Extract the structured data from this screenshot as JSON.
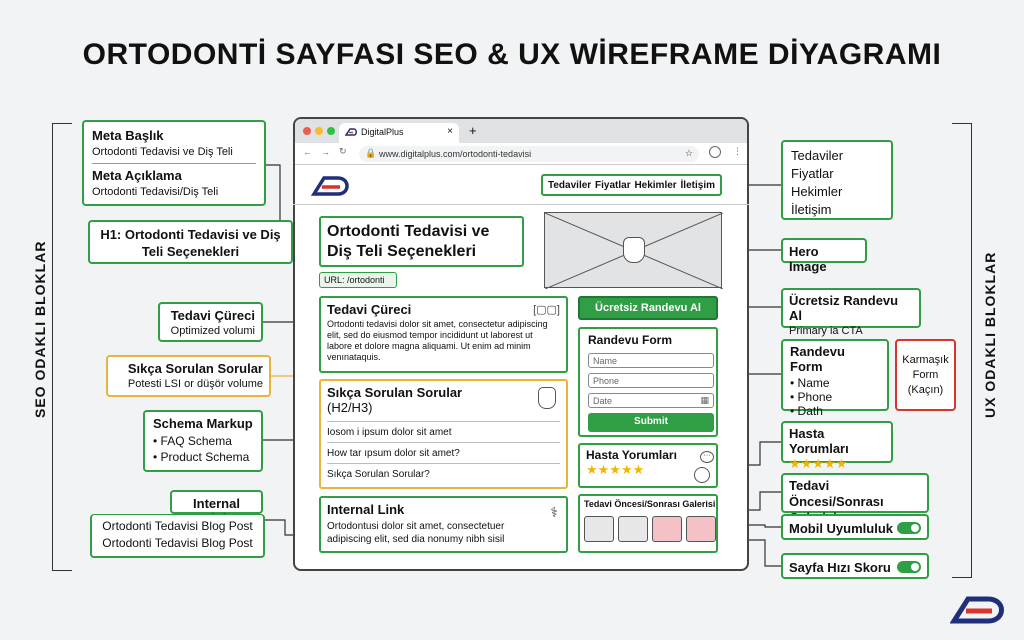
{
  "title": "ORTODONTİ SAYFASI SEO & UX WİREFRAME DİYAGRAMI",
  "left_section_label": "SEO ODAKLI BLOKLAR",
  "right_section_label": "UX ODAKLI BLOKLAR",
  "left": {
    "meta_title_heading": "Meta Başlık",
    "meta_title_value": "Ortodonti Tedavisi ve Diş Teli",
    "meta_desc_heading": "Meta Açıklama",
    "meta_desc_value": "Ortodonti Tedavisi/Diş Teli",
    "h1_text": "H1: Ortodonti Tedavisi ve Diş Teli Seçenekleri",
    "process_heading": "Tedavi Çüreci",
    "process_sub": "Optimized volumi",
    "faq_heading": "Sıkça Sorulan Sorular",
    "faq_sub": "Potesti LSI or düşör volume",
    "schema_heading": "Schema Markup",
    "schema_items": [
      "• FAQ Schema",
      "• Product Schema"
    ],
    "internal_heading": "Internal Link",
    "internal_links": [
      "Ortodonti Tedavisi Blog Post",
      "Ortodonti Tedavisi Blog Post"
    ]
  },
  "browser": {
    "tab_label": "DigitalPlus",
    "new_tab": "+",
    "tab_close": "×",
    "url": "www.digitalplus.com/ortodonti-tedavisi",
    "nav": [
      "Tedaviler",
      "Fiyatlar",
      "Hekimler",
      "İletişim"
    ],
    "h1_line1": "Ortodonti Tedavisi ve",
    "h1_line2": "Diş Teli Seçenekleri",
    "url_badge": "URL: /ortodonti",
    "process_title": "Tedavi Çüreci",
    "process_body": "Ortodonti tedavisi dolor sit amet, consectetur adipiscing elit, sed do eiusmod tempor incididunt ut laborest ut labore et dolore magna aliquami. Ut enim ad minim venınataquis.",
    "faq_title_line1": "Sıkça Sorulan Sorular",
    "faq_title_line2": "(H2/H3)",
    "faq_items": [
      "Iosom i ipsum dolor sit amet",
      "How tar ıpsum dolor sit amet?",
      "Sıkça Sorulan Sorular?"
    ],
    "internal_title": "Internal Link",
    "internal_body": "Ortodontusi dolor sit amet, consectetuer adipiscing elit, sed dia nonumy nibh sisil",
    "cta": "Ücretsiz Randevu Al",
    "form_title": "Randevu Form",
    "form_fields": [
      "Name",
      "Phone",
      "Date"
    ],
    "submit": "Submit",
    "reviews_title": "Hasta Yorumları",
    "stars": "★★★★★",
    "gallery_title": "Tedavi Öncesi/Sonrası Galerisi"
  },
  "right": {
    "nav_items": [
      "Tedaviler",
      "Fiyatlar",
      "Hekimler",
      "İletişim"
    ],
    "hero": "Hero Image",
    "cta_heading": "Ücretsiz Randevu Al",
    "cta_sub": "Primary ia CTA",
    "form_heading": "Randevu Form",
    "form_items": [
      "• Name",
      "• Phone",
      "• Dath"
    ],
    "complex_form": "Karmaşık Form (Kaçın)",
    "reviews_heading": "Hasta Yorumları",
    "stars": "★★★★★",
    "gallery_heading": "Tedavi Öncesi/Sonrası Galerisi",
    "mobile": "Mobil Uyumluluk",
    "speed": "Sayfa Hızı Skoru"
  },
  "colors": {
    "green": "#2f9e44",
    "yellow": "#e8b43c",
    "red": "#d9342b",
    "star": "#f2b600",
    "logo_blue": "#1f2f7a",
    "logo_red": "#d9342b"
  },
  "icons": [
    "braces-icon",
    "tooth-icon",
    "stethoscope-icon",
    "avatar-icon",
    "chat-bubble-icon",
    "calendar-icon",
    "logo-icon"
  ]
}
